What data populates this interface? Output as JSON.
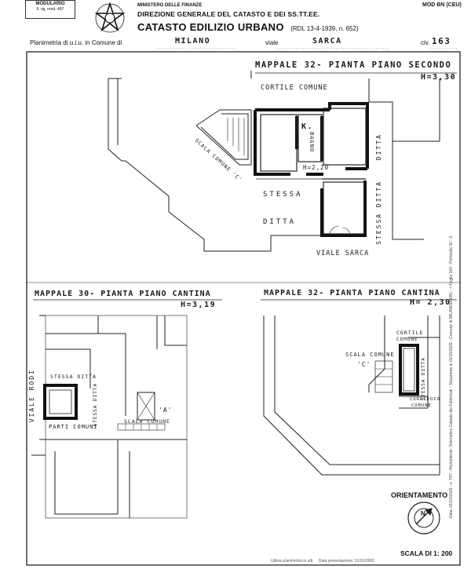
{
  "header": {
    "modulario_label": "MODULARIO",
    "modulario_code": "F. rig. rend. 497",
    "ministry": "MINISTERO DELLE FINANZE",
    "directorate": "DIREZIONE GENERALE DEL CATASTO E DEI SS.TT.EE.",
    "cadastre_title": "CATASTO EDILIZIO URBANO",
    "law_ref": "(RDL 13-4-1939, n. 652)",
    "model_code": "MOD BN (CEU)"
  },
  "plan_line": {
    "prefix": "Planimetria di u.i.u. in Comune di",
    "comune": "MILANO",
    "street_type": "viale",
    "street": "SARCA",
    "civ_label": "civ.",
    "civ_number": "163"
  },
  "upper_plan": {
    "title": "MAPPALE 32- PIANTA PIANO SECONDO",
    "height": "H=3,30",
    "cortile": "CORTILE  COMUNE",
    "k_label": "K.",
    "bagno": "BAGNO",
    "h_inner": "H=2,20",
    "stessa_ditta_1": "STESSA",
    "stessa_ditta_2": "DITTA",
    "stessa_ditta_v": "STESSA DITTA",
    "ditta_v": "DITTA",
    "scala_comune": "SCALA COMUNE 'C'",
    "viale_sarca": "VIALE SARCA"
  },
  "lower_left_plan": {
    "title": "MAPPALE 30- PIANTA PIANO CANTINA",
    "height": "H=3,19",
    "stessa_ditta": "STESSA DITTA",
    "stessa_ditta_v": "STESSA DITTA",
    "viale_rodi": "VIALE RODI",
    "parti_comuni": "PARTI COMUNI",
    "scala_comune": "SCALA COMUNE",
    "a_label": "'A'"
  },
  "lower_right_plan": {
    "title": "MAPPALE 32- PIANTA PIANO CANTINA",
    "height": "H= 2,30",
    "cortile": "CORTILE",
    "comune": "COMUNE",
    "scala_comune": "SCALA COMUNE",
    "c_label": "'C'",
    "stessa_ditta": "STESSA DITTA",
    "corridoio": "CORRIDOIO",
    "corridoio_2": "COMUNE"
  },
  "orientation": {
    "label": "ORIENTAMENTO",
    "north": "N"
  },
  "scale": {
    "label": "SCALA DI 1: 200"
  },
  "side_stamp": {
    "text": "Data: 01/10/2025 - n. T87 - Richiedente: Telematico   Catasto dei Fabbricati - Situazione al 01/10/2025 - Comune di MILANO(F205) - < Foglio 194 - Particella 30 - Subalterno 502 > - Uno grafitata   SARCA n. 163 Piano S1 - 2",
    "line1": "Ultima planimetria in atti",
    "line2": "Data presentazione: 01/01/2000"
  }
}
